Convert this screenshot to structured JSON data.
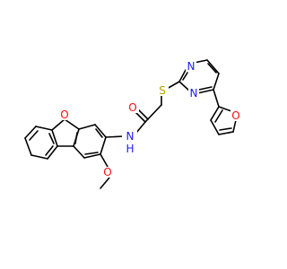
{
  "atom_labels": {
    "n_amide": "N",
    "h_amide": "H",
    "o_carbonyl": "O",
    "s_thioether": "S",
    "n_pyrimidine_1": "N",
    "n_pyrimidine_2": "N",
    "o_furan": "O",
    "o_dibenzofuran": "O",
    "o_methoxy": "O"
  },
  "colors": {
    "bond": "#000000",
    "nitrogen": "#1a1aff",
    "oxygen": "#ff0d0d",
    "sulfur": "#b8a000",
    "background": "#ffffff"
  }
}
